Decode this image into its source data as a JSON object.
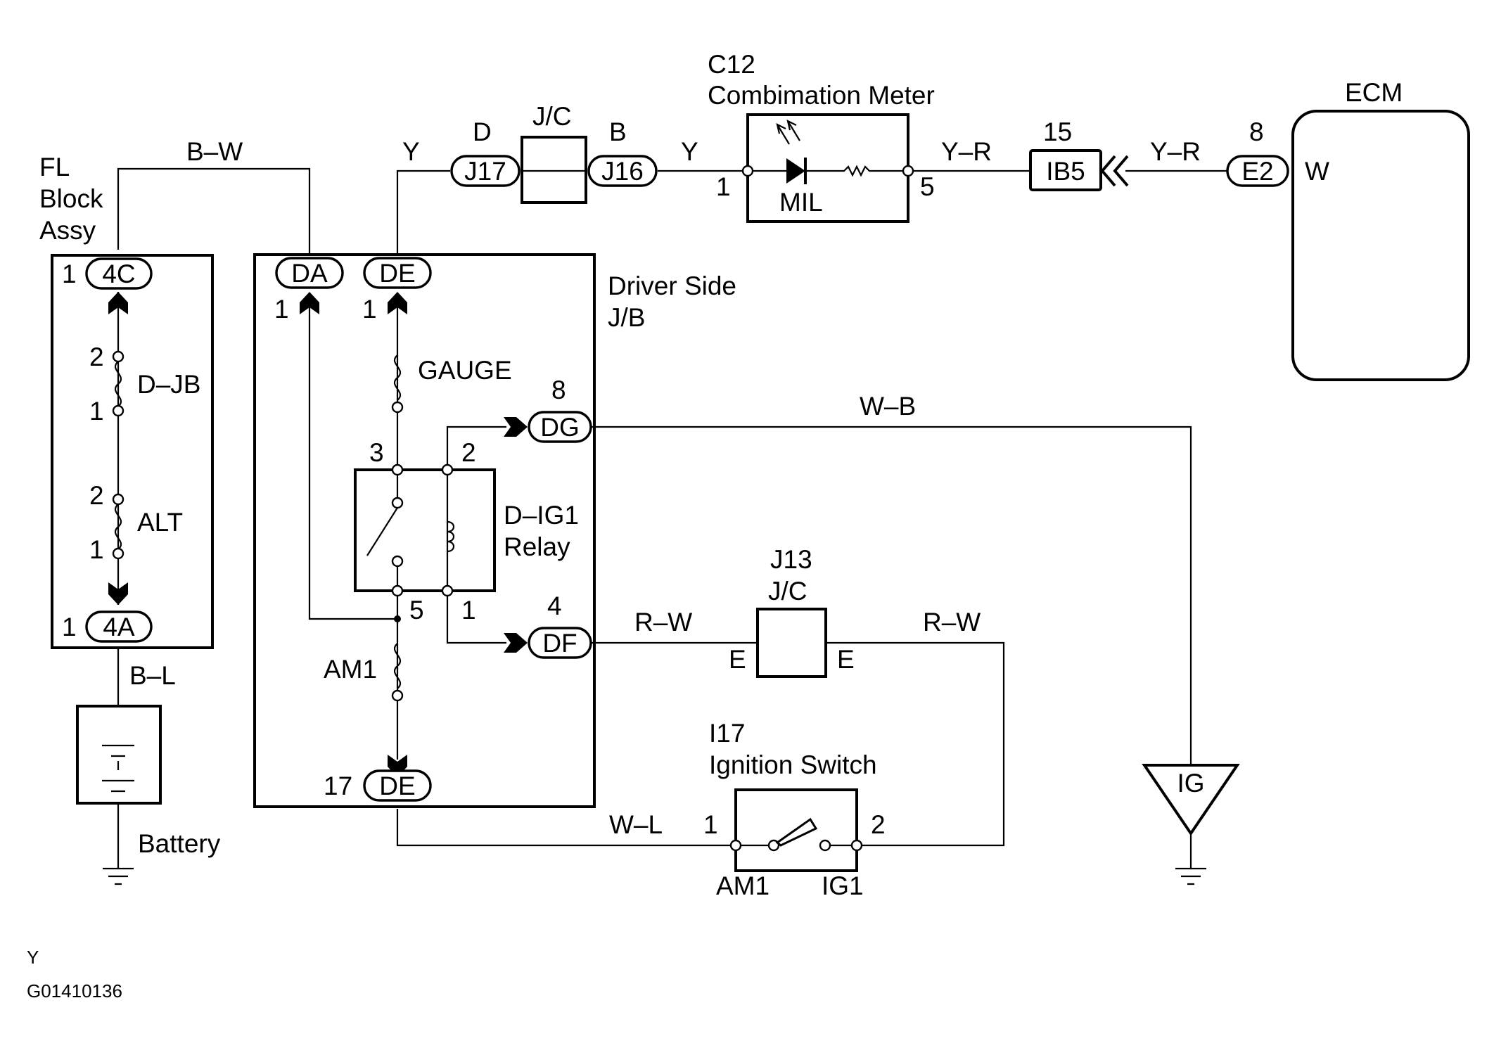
{
  "fl_block": {
    "line1": "FL",
    "line2": "Block",
    "line3": "Assy"
  },
  "wires": {
    "bw": "B–W",
    "y1": "Y",
    "y2": "Y",
    "yr1": "Y–R",
    "yr2": "Y–R",
    "wb": "W–B",
    "rw1": "R–W",
    "rw2": "R–W",
    "wl": "W–L",
    "bl": "B–L"
  },
  "jc": {
    "label": "J/C",
    "pin_left": "D",
    "pin_right": "B",
    "conn_left": "J17",
    "conn_right": "J16"
  },
  "meter": {
    "code": "C12",
    "name": "Combimation Meter",
    "lamp": "MIL",
    "pin_in": "1",
    "pin_out": "5"
  },
  "ib5": {
    "pin": "15",
    "code": "IB5"
  },
  "ecm": {
    "title": "ECM",
    "pin": "8",
    "conn": "E2",
    "terminal": "W"
  },
  "fuses": {
    "djb": "D–JB",
    "alt": "ALT",
    "gauge": "GAUGE",
    "am1": "AM1"
  },
  "fl_pins": {
    "c4_code": "4C",
    "c4_num": "1",
    "a4_code": "4A",
    "a4_num": "1",
    "djb_top": "2",
    "djb_bot": "1",
    "alt_top": "2",
    "alt_bot": "1"
  },
  "jb": {
    "line1": "Driver Side",
    "line2": "J/B",
    "da_code": "DA",
    "da_num": "1",
    "de_code": "DE",
    "de_num": "1",
    "de17_code": "DE",
    "de17_num": "17",
    "dg_code": "DG",
    "dg_num": "8",
    "df_code": "DF",
    "df_num": "4"
  },
  "relay": {
    "line1": "D–IG1",
    "line2": "Relay",
    "p3": "3",
    "p2": "2",
    "p5": "5",
    "p1": "1"
  },
  "j13": {
    "code": "J13",
    "label": "J/C",
    "pin_left": "E",
    "pin_right": "E"
  },
  "ignition": {
    "code": "I17",
    "name": "Ignition Switch",
    "pin1": "1",
    "pin2": "2",
    "am1": "AM1",
    "ig1": "IG1"
  },
  "battery": {
    "label": "Battery"
  },
  "ig_ground": {
    "label": "IG"
  },
  "footer": {
    "code": "Y",
    "figure_id": "G01410136"
  }
}
